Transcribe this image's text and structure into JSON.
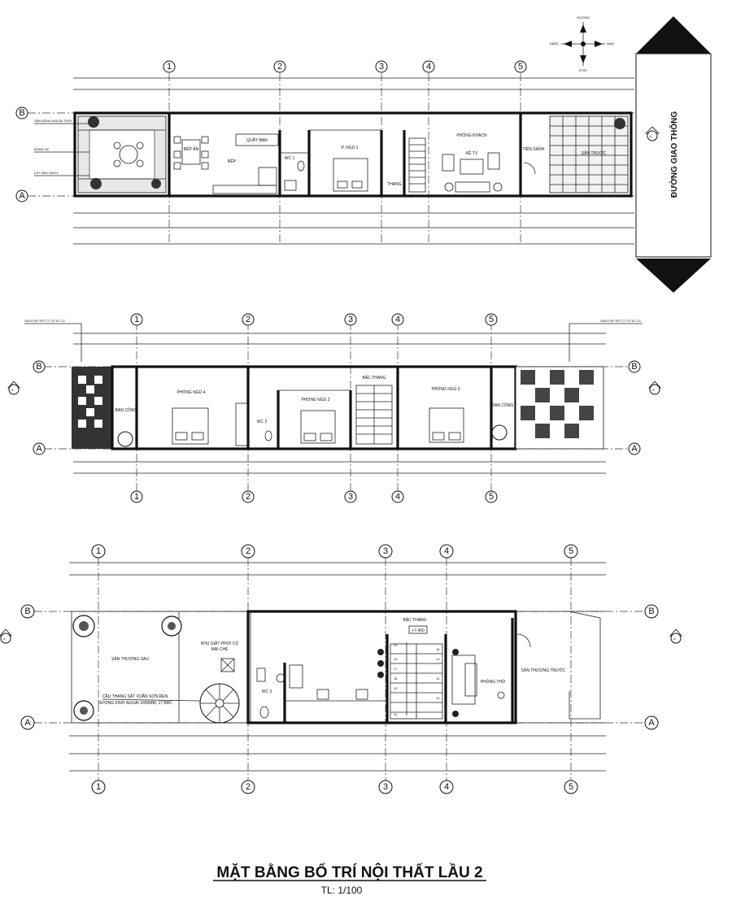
{
  "title": "MẶT BẰNG BỐ TRÍ NỘI THẤT LẦU 2",
  "scale": "TL: 1/100",
  "compass": {
    "n": "HƯỚNG",
    "w": "KBẮC",
    "e": "NAM",
    "s": "KTÂY"
  },
  "road_label": "ĐƯỜNG GIAO THÔNG",
  "axis_numbers": [
    "1",
    "2",
    "3",
    "4",
    "5"
  ],
  "axis_letters": [
    "A",
    "B"
  ],
  "section_marker": "A",
  "plan1": {
    "labels": {
      "left1": "SÂN BÓNG NGOÀI TRỜI",
      "left2": "BỒNG XE",
      "left3": "LÁT SÂN GẠCH",
      "bep_an": "BẾP ĂN",
      "quay": "QUẦY BAR",
      "bep": "BẾP",
      "wc": "WC 1",
      "pn1": "P. NGỦ 1",
      "tn": "THANG",
      "pk": "PHÒNG KHÁCH",
      "tivi": "KỆ TV",
      "tien": "TIỀN SẢNH",
      "san": "SÂN TRƯỚC"
    }
  },
  "plan2": {
    "note_left": "XEM CHI TIẾT Ở TỜ KT-12",
    "note_right": "XEM CHI TIẾT Ở TỜ KT-13",
    "labels": {
      "ban_cong_l": "BAN CÔNG",
      "pn4": "PHÒNG NGỦ 4",
      "wc2": "WC 2",
      "pn3": "PHÒNG NGỦ 3",
      "thang": "BẬC THANG",
      "pn2": "PHÒNG NGỦ 2",
      "ban_cong_r": "BAN CÔNG"
    }
  },
  "plan3": {
    "labels": {
      "san_sau": "SÂN THƯỢNG SAU",
      "khu_giat": "KHU GIẶT PHƠI CÓ",
      "mai_che": "MÁI CHE",
      "cau_thang": "CẦU THANG SẮT XOẮN SƠN ĐEN",
      "cau_thang2": "ĐƯỜNG KÍNH NGOÀI 1800MM, 17 BẬC",
      "wc3": "WC 3",
      "ban_thang": "BẬC THANG",
      "level": "+7.400",
      "phong_tho": "PHÒNG THỜ",
      "san_truoc": "SÂN THƯỢNG TRƯỚC"
    },
    "steps": [
      "21",
      "15",
      "17",
      "18",
      "19",
      "13",
      "11",
      "16",
      "12",
      "10"
    ]
  }
}
